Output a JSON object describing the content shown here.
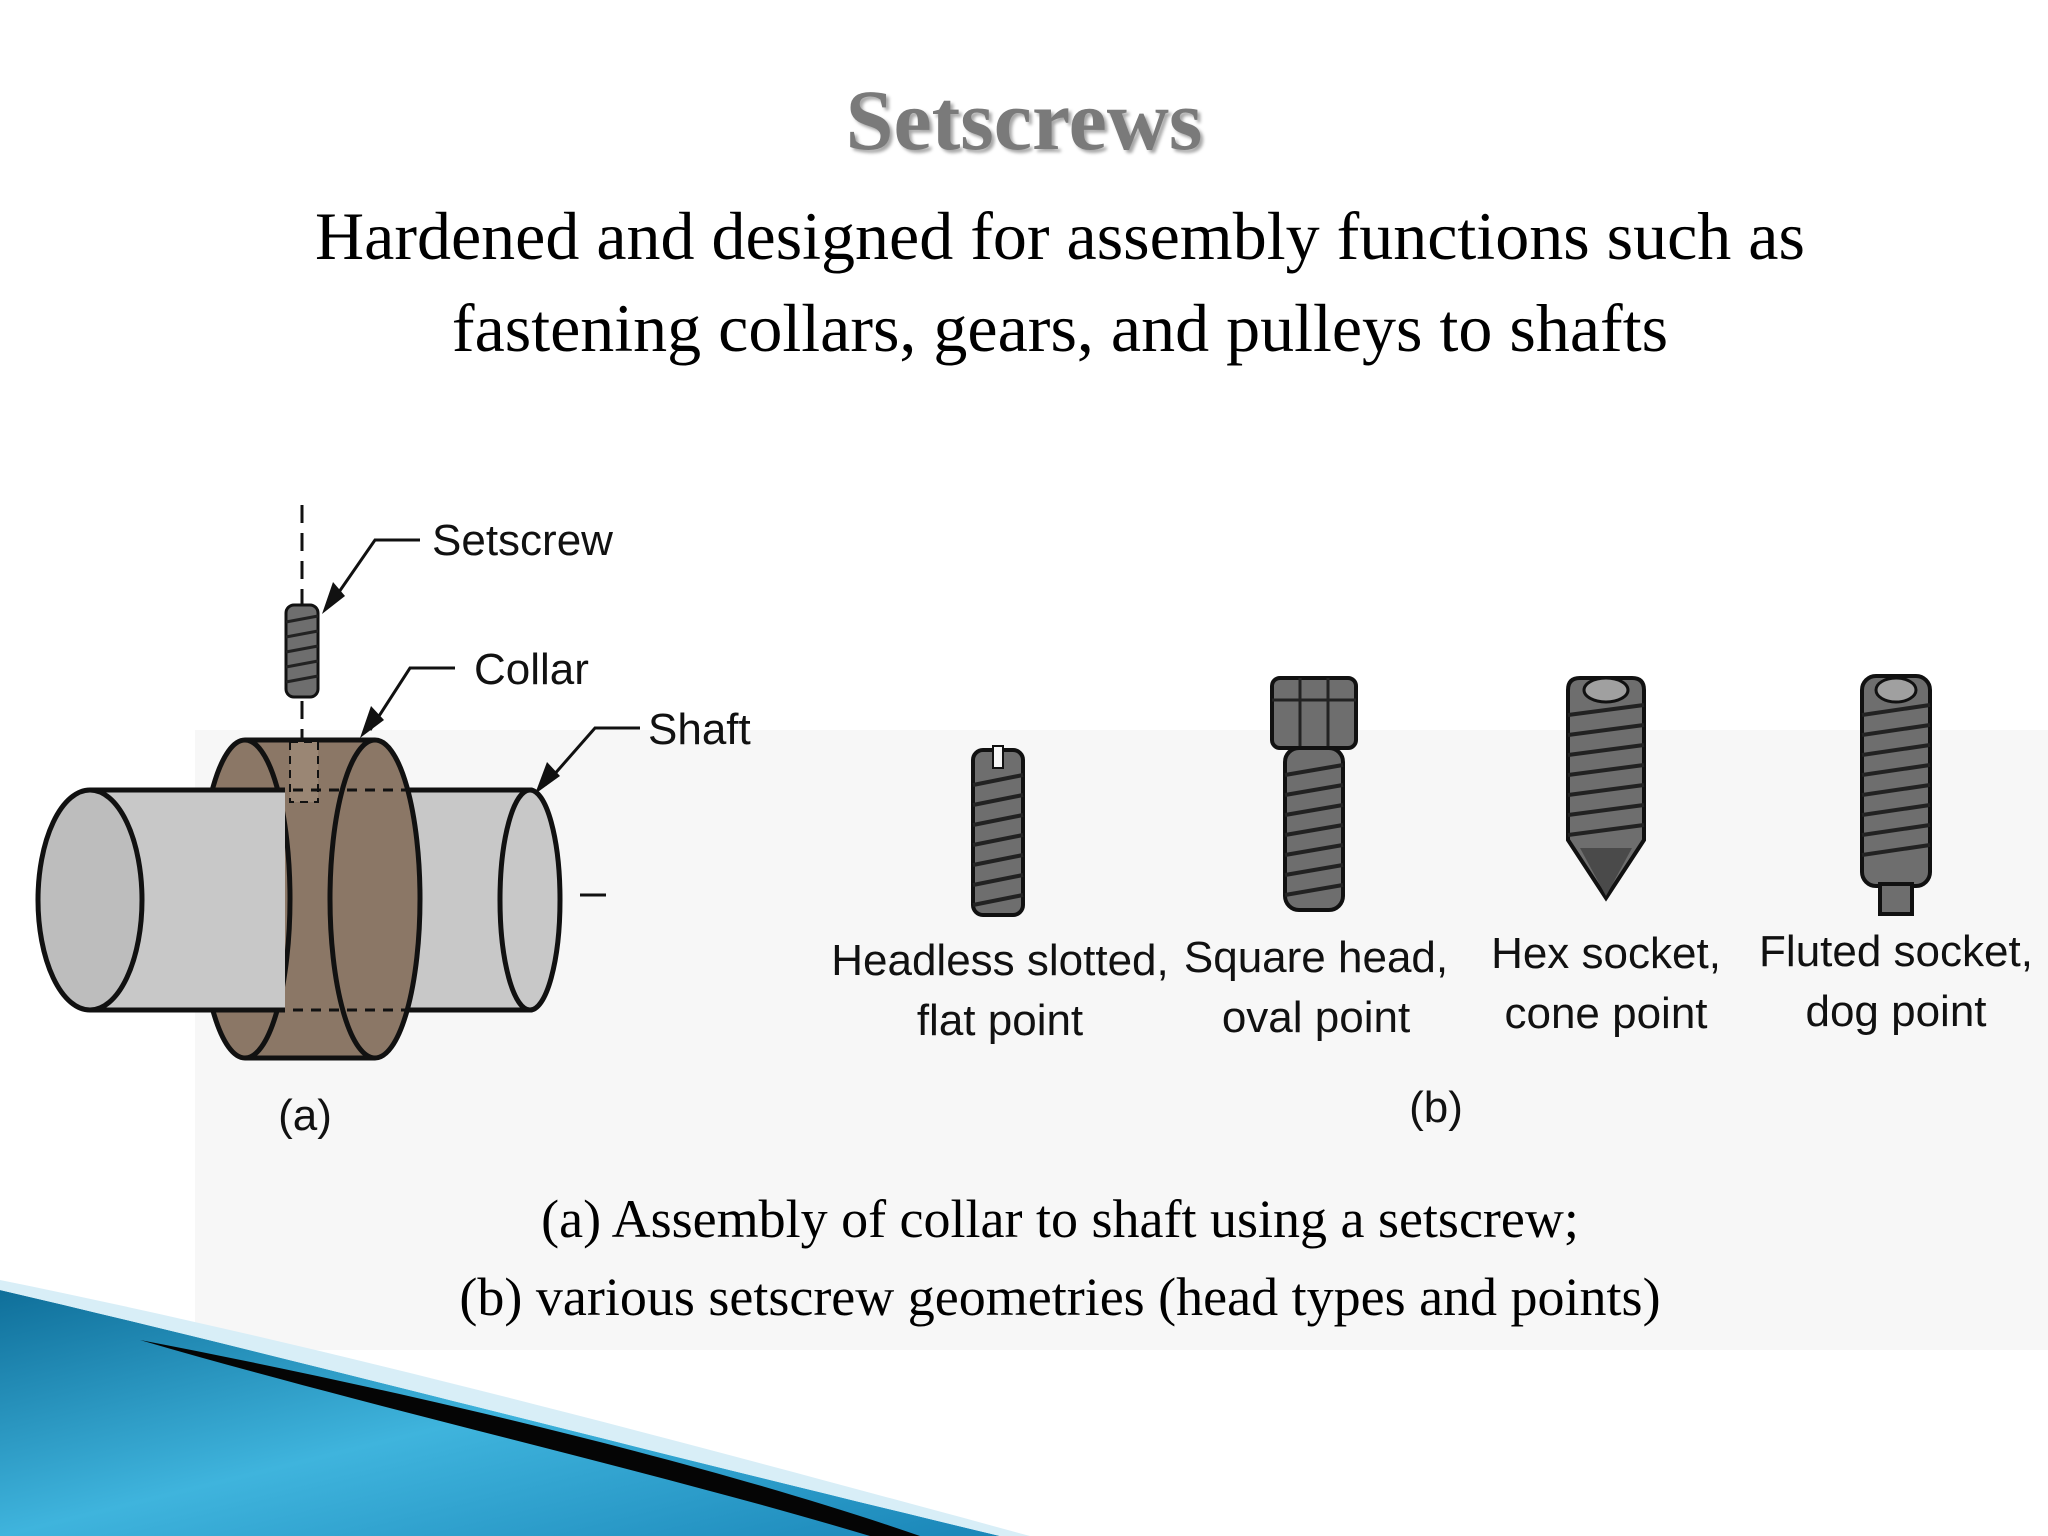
{
  "slide": {
    "title": "Setscrews",
    "subtitle_line1": "Hardened and designed for assembly functions such as",
    "subtitle_line2": "fastening collars, gears, and pulleys to shafts"
  },
  "figure_a": {
    "setscrew_label": "Setscrew",
    "collar_label": "Collar",
    "shaft_label": "Shaft",
    "panel_label": "(a)"
  },
  "figure_b": {
    "panel_label": "(b)",
    "types": [
      {
        "line1": "Headless slotted,",
        "line2": "flat point"
      },
      {
        "line1": "Square head,",
        "line2": "oval point"
      },
      {
        "line1": "Hex socket,",
        "line2": "cone point"
      },
      {
        "line1": "Fluted socket,",
        "line2": "dog point"
      }
    ]
  },
  "caption": {
    "line1": "(a) Assembly of collar to shaft using a setscrew;",
    "line2": "(b) various setscrew geometries (head types and points)"
  },
  "colors": {
    "collar": "#8b7766",
    "shaft": "#c8c8c8",
    "screw": "#6e6e6e",
    "accent_dark": "#111111",
    "accent_blue": "#2a9fd0"
  }
}
